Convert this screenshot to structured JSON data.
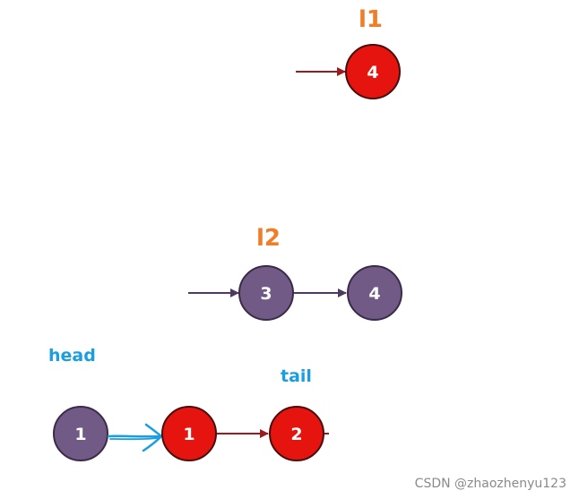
{
  "labels": {
    "l1": "l1",
    "l2": "l2",
    "head": "head",
    "tail": "tail"
  },
  "nodes": {
    "l1_first": "4",
    "l2_first": "3",
    "l2_second": "4",
    "head_node": "1",
    "result_first": "1",
    "result_second": "2"
  },
  "watermark": "CSDN @zhaozhenyu123",
  "colors": {
    "red_node": "#e5140f",
    "purple_node": "#725a86",
    "dark_red_arrow": "#9b1c20",
    "purple_arrow": "#4d3a63",
    "blue_arrow": "#1a9ee0",
    "label_orange": "#f07d28",
    "label_blue": "#1a9ee0"
  }
}
